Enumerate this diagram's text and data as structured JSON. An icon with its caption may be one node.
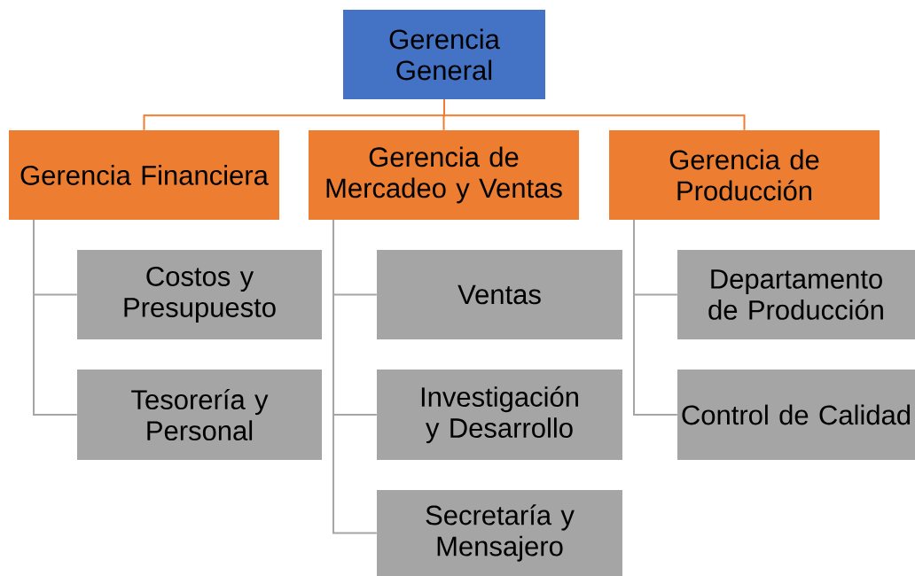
{
  "diagram": {
    "nodes": [
      {
        "text": [
          "Gerencia General"
        ]
      },
      {
        "text": [
          "Gerencia Financiera"
        ]
      },
      {
        "text": [
          "Gerencia de Mercadeo y Ventas"
        ]
      },
      {
        "text": [
          "Gerencia de Producción"
        ]
      },
      {
        "text": [
          "Costos y Presupuesto"
        ]
      },
      {
        "text": [
          "Tesorería y Personal"
        ]
      },
      {
        "text": [
          "Ventas"
        ]
      },
      {
        "text": [
          "Investigación y Desarrollo"
        ]
      },
      {
        "text": [
          "Secretaría y Mensajero"
        ]
      },
      {
        "text": [
          "Departamento de Producción"
        ]
      },
      {
        "text": [
          "Control de Calidad"
        ]
      }
    ],
    "edges": [
      {
        "from": 0,
        "to": 1,
        "arrow": "none",
        "color": "#ed7d31"
      },
      {
        "from": 0,
        "to": 2,
        "arrow": "none",
        "color": "#ed7d31"
      },
      {
        "from": 0,
        "to": 3,
        "arrow": "none",
        "color": "#ed7d31"
      },
      {
        "from": 1,
        "to": 4,
        "arrow": "none"
      },
      {
        "from": 1,
        "to": 5,
        "arrow": "none"
      },
      {
        "from": 2,
        "to": 6,
        "arrow": "none"
      },
      {
        "from": 2,
        "to": 7,
        "arrow": "none"
      },
      {
        "from": 2,
        "to": 8,
        "arrow": "none"
      },
      {
        "from": 3,
        "to": 9,
        "arrow": "none"
      },
      {
        "from": 3,
        "to": 10,
        "arrow": "none"
      }
    ]
  }
}
